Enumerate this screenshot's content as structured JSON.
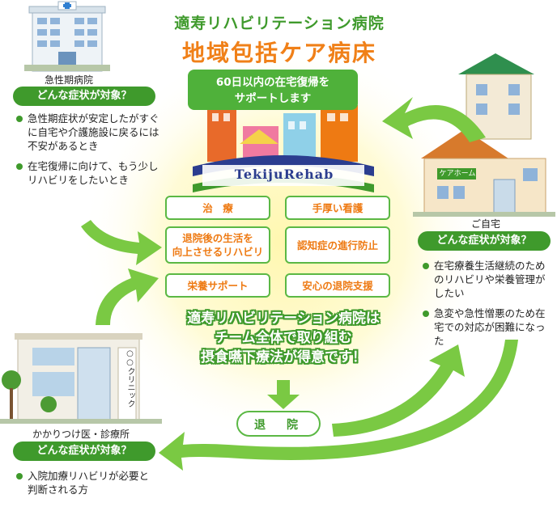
{
  "header": {
    "hospital_name": "適寿リハビリテーション病院",
    "ward_name": "地域包括ケア病床"
  },
  "support_box": {
    "line1": "60日以内の在宅復帰を",
    "line2": "サポートします"
  },
  "logo": {
    "text": "TekijuRehab"
  },
  "sources": {
    "acute": {
      "label": "急性期病院",
      "question": "どんな症状が対象？",
      "items": [
        "急性期症状が安定したがすぐに自宅や介護施設に戻るには不安があるとき",
        "在宅復帰に向けて、もう少しリハビリをしたいとき"
      ]
    },
    "home": {
      "label": "ご自宅",
      "question": "どんな症状が対象？",
      "sign": "ケアホーム",
      "items": [
        "在宅療養生活継続のためのリハビリや栄養管理がしたい",
        "急変や急性憎悪のため在宅での対応が困難になった"
      ]
    },
    "clinic": {
      "label": "かかりつけ医・診療所",
      "question": "どんな症状が対象？",
      "sign": "○○クリニック",
      "items": [
        "入院加療リハビリが必要と判断される方"
      ]
    }
  },
  "services": {
    "s1": "治　療",
    "s2": "手厚い看護",
    "s3a": "退院後の生活を",
    "s3b": "向上させるリハビリ",
    "s4": "認知症の進行防止",
    "s5": "栄養サポート",
    "s6": "安心の退院支援"
  },
  "team": {
    "line1": "適寿リハビリテーション病院は",
    "line2": "チーム全体で取り組む",
    "line3": "摂食嚥下療法が得意です！"
  },
  "discharge": "退　院",
  "colors": {
    "green": "#3f9a2c",
    "light_green": "#5bb844",
    "orange": "#f08018",
    "glow": "#fff5a8"
  }
}
